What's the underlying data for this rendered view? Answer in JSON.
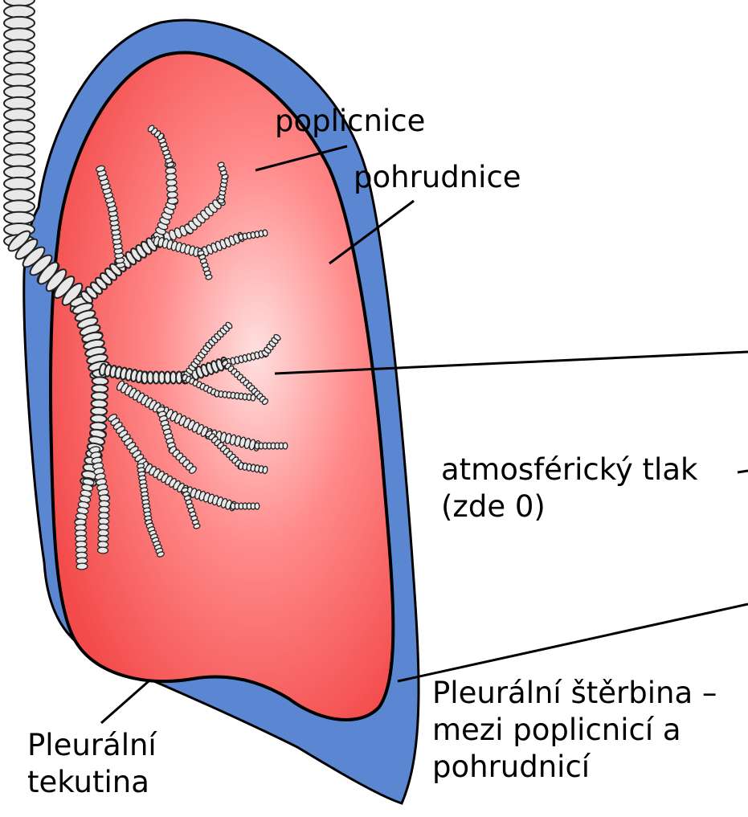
{
  "labels": {
    "visceral_pleura": "poplicnice",
    "parietal_pleura": "pohrudnice",
    "atmospheric_pressure": {
      "line1": "atmosférický tlak",
      "line2": "(zde 0)"
    },
    "pleural_fluid": {
      "line1": "Pleurální",
      "line2": "tekutina"
    },
    "pleural_cavity": {
      "line1": "Pleurální štěrbina –",
      "line2": "mezi poplicnicí a",
      "line3": "pohrudnicí"
    }
  },
  "colors": {
    "pleura_fill": "#5b86d1",
    "lung_fill_center": "#ffd6d6",
    "lung_fill_edge": "#f24a4a",
    "outline": "#000000",
    "airway_ring": "#e8e8e8"
  }
}
